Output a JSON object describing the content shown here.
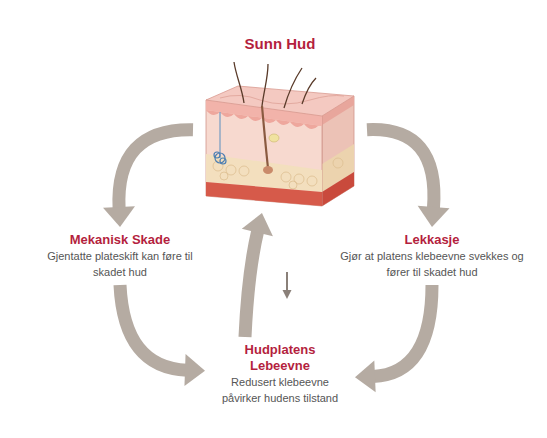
{
  "diagram": {
    "nodes": [
      {
        "text": [
          "Sunn Hud"
        ]
      },
      {
        "text": [
          "Mekanisk Skade",
          "Gjentatte plateskift kan føre til skadet hud"
        ]
      },
      {
        "text": [
          "Lekkasje",
          "Gjør at platens klebeevne svekkes og fører til skadet hud"
        ]
      },
      {
        "text": [
          "Hudplatens Lebeevne",
          "Redusert klebeevne påvirker hudens tilstand"
        ]
      }
    ],
    "edges": [
      {
        "from": 0,
        "to": 1,
        "arrow": "to"
      },
      {
        "from": 0,
        "to": 2,
        "arrow": "to"
      },
      {
        "from": 1,
        "to": 3,
        "arrow": "to"
      },
      {
        "from": 2,
        "to": 3,
        "arrow": "to"
      },
      {
        "from": 3,
        "to": 0,
        "arrow": "to"
      }
    ]
  }
}
